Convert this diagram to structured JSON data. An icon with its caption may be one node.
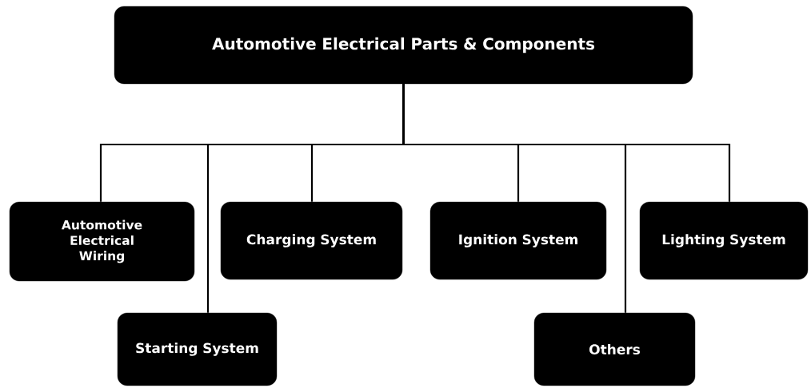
{
  "diagram": {
    "nodes": [
      {
        "text": [
          "Automotive Electrical Parts & Components"
        ]
      },
      {
        "text": [
          "Automotive Electrical Wiring"
        ]
      },
      {
        "text": [
          "Starting System"
        ]
      },
      {
        "text": [
          "Charging System"
        ]
      },
      {
        "text": [
          "Ignition System"
        ]
      },
      {
        "text": [
          "Others"
        ]
      },
      {
        "text": [
          "Lighting System"
        ]
      }
    ],
    "edges": [
      {
        "from": 0,
        "to": 1,
        "arrow": "none"
      },
      {
        "from": 0,
        "to": 2,
        "arrow": "none"
      },
      {
        "from": 0,
        "to": 3,
        "arrow": "none"
      },
      {
        "from": 0,
        "to": 4,
        "arrow": "none"
      },
      {
        "from": 0,
        "to": 5,
        "arrow": "none"
      },
      {
        "from": 0,
        "to": 6,
        "arrow": "none"
      }
    ]
  }
}
